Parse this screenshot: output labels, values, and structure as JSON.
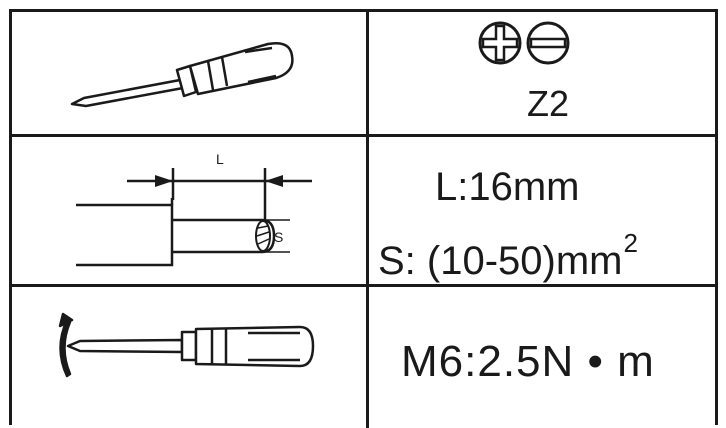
{
  "header": {
    "type_code": "Z2"
  },
  "strip": {
    "length_letter": "L",
    "section_letter": "S",
    "length_text": "L:16mm",
    "section_text": "S: (10-50)mm",
    "section_unit_exp": "2"
  },
  "torque": {
    "text": "M6:2.5N • m"
  },
  "icons": [
    "screwdriver-icon",
    "combo-head-icon",
    "slotted-head-icon",
    "wire-strip-icon",
    "rotation-arrow-icon"
  ]
}
